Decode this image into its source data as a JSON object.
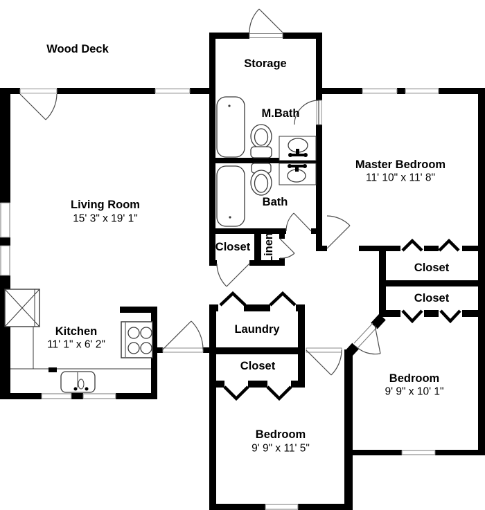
{
  "plan_type": "residential-floor-plan",
  "rooms": {
    "wood_deck": {
      "label": "Wood Deck"
    },
    "storage": {
      "label": "Storage"
    },
    "master_bath": {
      "label": "M.Bath"
    },
    "master_bedroom": {
      "label": "Master Bedroom",
      "dims": "11' 10\" x 11' 8\""
    },
    "living_room": {
      "label": "Living Room",
      "dims": "15' 3\" x 19' 1\""
    },
    "bath": {
      "label": "Bath"
    },
    "hall_closet": {
      "label": "Closet"
    },
    "linen": {
      "label": "Linen"
    },
    "master_closet_upper": {
      "label": "Closet"
    },
    "master_closet_lower": {
      "label": "Closet"
    },
    "kitchen": {
      "label": "Kitchen",
      "dims": "11' 1\" x 6' 2\""
    },
    "laundry": {
      "label": "Laundry"
    },
    "bedroom_closet": {
      "label": "Closet"
    },
    "bedroom_right": {
      "label": "Bedroom",
      "dims": "9' 9\" x 10' 1\""
    },
    "bedroom_center": {
      "label": "Bedroom",
      "dims": "9' 9\" x 11' 5\""
    }
  },
  "fixtures": [
    "bathtub",
    "toilet",
    "sink-vanity",
    "stove",
    "refrigerator",
    "kitchen-sink"
  ],
  "colors": {
    "wall": "#000000",
    "background": "#ffffff",
    "thin_line": "#4a4a4a"
  }
}
